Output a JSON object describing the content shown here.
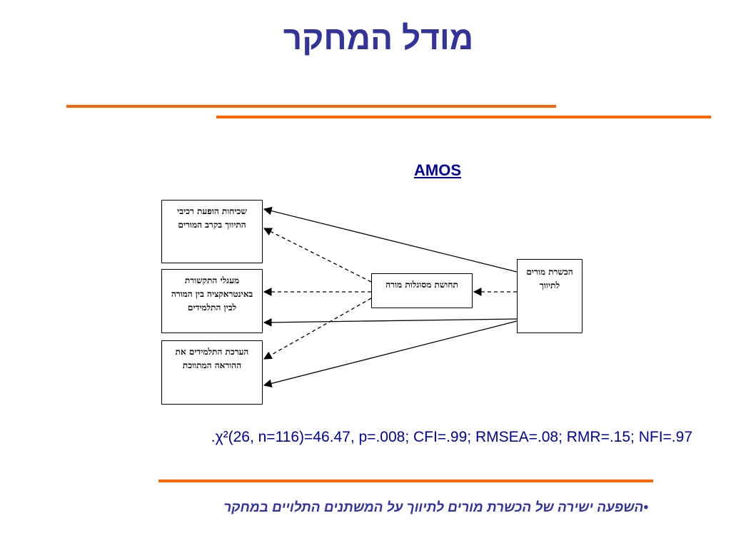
{
  "slide": {
    "title": "מודל המחקר",
    "subtitle": "AMOS",
    "fit_stats": ".χ²(26, n=116)=46.47, p=.008; CFI=.99; RMSEA=.08; RMR=.15; NFI=.97",
    "footnote": "•השפעה ישירה של הכשרת מורים לתיווך על המשתנים התלויים במחקר",
    "accent_color": "#ff6600",
    "title_color": "#333399"
  },
  "diagram": {
    "outcome_1": "שכיחות הופעת רכיבי התיווך בקרב המורים",
    "outcome_2": "מעגלי התקשורת באינטראקציה בין המורה לבין התלמידים",
    "outcome_3": "הערכת התלמידים את ההוראה המתווכת",
    "mediator": "תחושת מסוגלות מורה",
    "predictor": "הכשרת מורים לתיווך",
    "line_styles": {
      "direct": "solid",
      "indirect": "dashed"
    }
  }
}
